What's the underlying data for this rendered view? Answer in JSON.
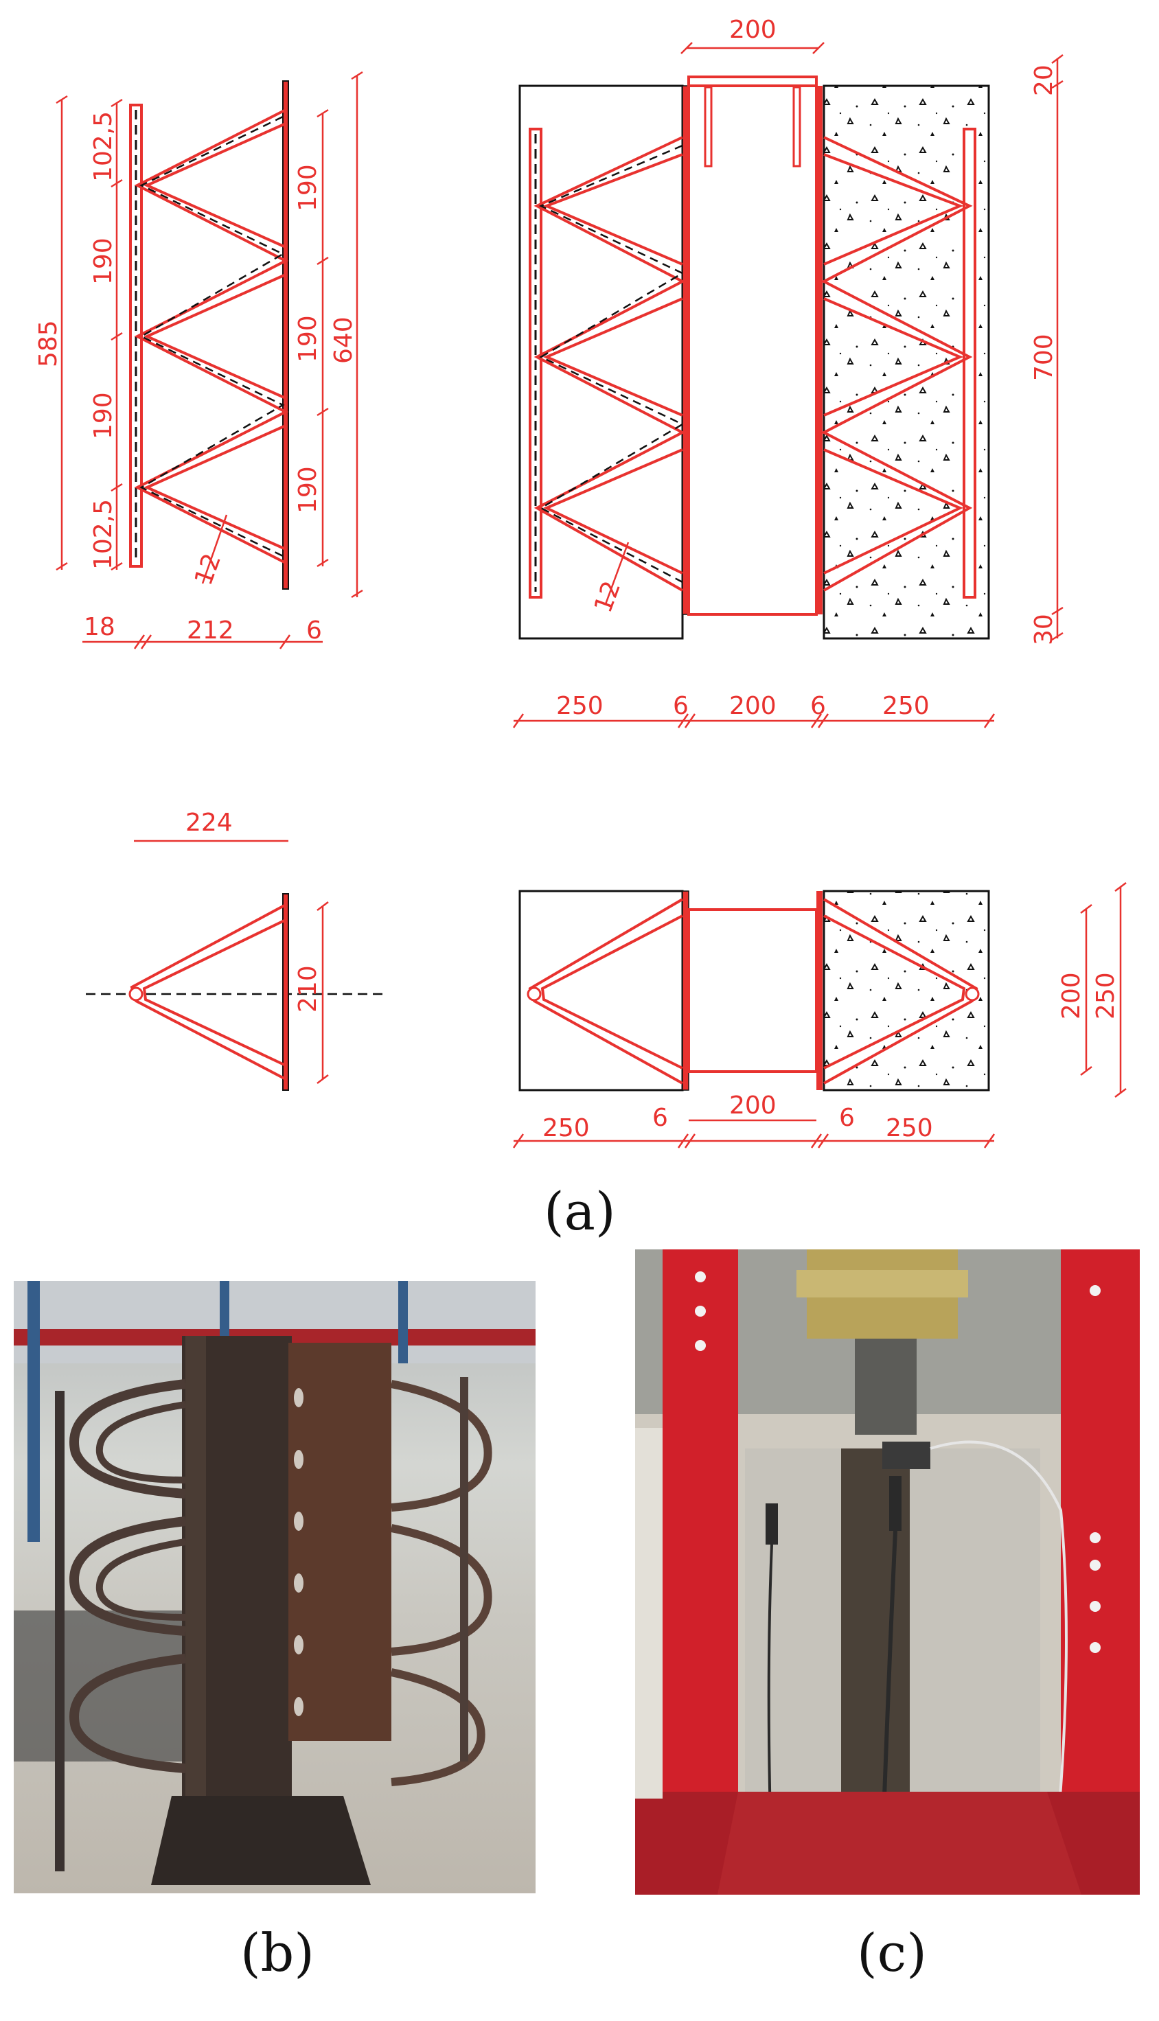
{
  "figure": {
    "panel_labels": {
      "a": "(a)",
      "b": "(b)",
      "c": "(c)"
    },
    "colors": {
      "rebar": "#e8322f",
      "outline": "#111111",
      "dashed": "#111111"
    }
  },
  "dims": {
    "d585": "585",
    "d1025a": "102,5",
    "d190a": "190",
    "d190b": "190",
    "d1025b": "102,5",
    "d190r1": "190",
    "d190r2": "190",
    "d190r3": "190",
    "d640": "640",
    "d12a": "12",
    "d18": "18",
    "d212": "212",
    "d6a": "6",
    "d200top": "200",
    "d20": "20",
    "d700": "700",
    "d30": "30",
    "d12b": "12",
    "d250a": "250",
    "d6b": "6",
    "d200mid": "200",
    "d6c": "6",
    "d250b": "250",
    "d224": "224",
    "d210": "210",
    "d200side": "200",
    "d250side": "250",
    "d250c": "250",
    "d6d": "6",
    "d200bot": "200",
    "d6e": "6",
    "d250d": "250"
  }
}
